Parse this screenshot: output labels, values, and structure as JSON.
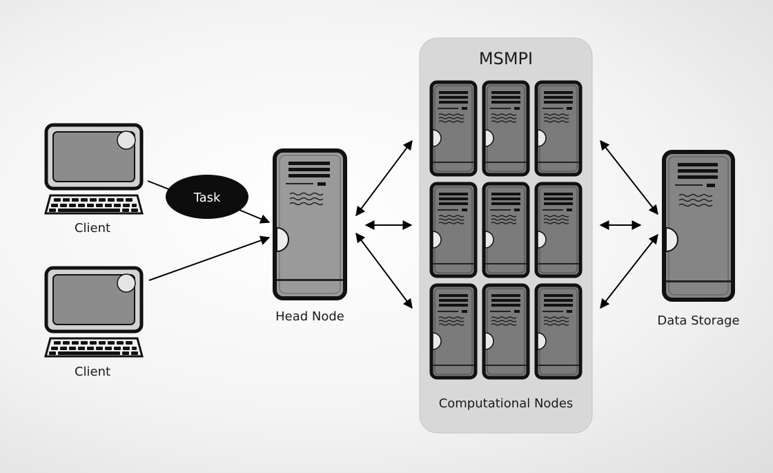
{
  "diagram": {
    "group_title": "MSMPI",
    "group_caption": "Computational Nodes",
    "task_label": "Task",
    "head_node_label": "Head Node",
    "data_storage_label": "Data Storage",
    "clients": [
      {
        "label": "Client"
      },
      {
        "label": "Client"
      }
    ],
    "computational_nodes": [
      {
        "row": 1,
        "col": 1
      },
      {
        "row": 1,
        "col": 2
      },
      {
        "row": 1,
        "col": 3
      },
      {
        "row": 2,
        "col": 1
      },
      {
        "row": 2,
        "col": 2
      },
      {
        "row": 2,
        "col": 3
      },
      {
        "row": 3,
        "col": 1
      },
      {
        "row": 3,
        "col": 2
      },
      {
        "row": 3,
        "col": 3
      }
    ],
    "icons": {
      "client": "desktop-computer-icon",
      "server": "server-tower-icon"
    },
    "colors": {
      "group_panel": "#d8d8d8",
      "device_fill": "#808080",
      "device_outline": "#111111",
      "task_bubble": "#0d0d0d",
      "head_node_fill": "#9a9a9a"
    }
  }
}
